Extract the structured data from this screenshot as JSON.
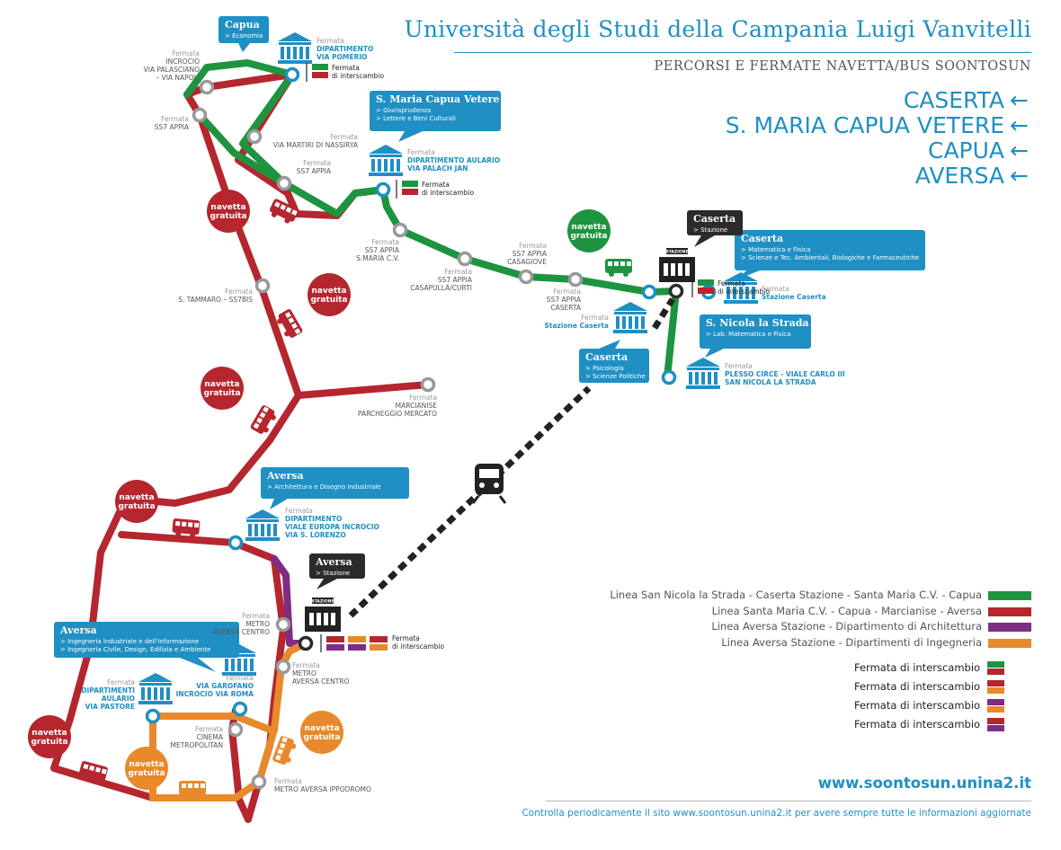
{
  "title": "Università degli Studi della Campania Luigi Vanvitelli",
  "subtitle": "PERCORSI E FERMATE NAVETTA/BUS SOONTOSUN",
  "cities": [
    "CASERTA",
    "S. MARIA CAPUA VETERE",
    "CAPUA",
    "AVERSA"
  ],
  "arrow": "←",
  "colors": {
    "green": "#1e9440",
    "red": "#b5262e",
    "purple": "#7e2c85",
    "orange": "#e8892c",
    "blue": "#1f8fc4",
    "gray": "#999999",
    "dark": "#2b2b2b"
  },
  "callouts": {
    "capua": {
      "title": "Capua",
      "items": [
        "> Economia"
      ]
    },
    "smcv": {
      "title": "S. Maria Capua Vetere",
      "items": [
        "> Giurisprudenza",
        "> Lettere e Beni Culturali"
      ]
    },
    "caserta_top": {
      "title": "Caserta",
      "items": [
        "> Matematica e Fisica",
        "> Scienze e Tec. Ambientali, Biologiche e Farmaceutiche"
      ]
    },
    "snicola": {
      "title": "S. Nicola la Strada",
      "items": [
        "> Lab. Matematica e Fisica"
      ]
    },
    "caserta_low": {
      "title": "Caserta",
      "items": [
        "> Psicologia",
        "> Scienze Politiche"
      ]
    },
    "aversa_arch": {
      "title": "Aversa",
      "items": [
        "> Architettura e Disegno Industriale"
      ]
    },
    "aversa_ing": {
      "title": "Aversa",
      "items": [
        "> Ingegneria Industriale e dell'Informazione",
        "> Ingegneria Civile, Design, Edilizia e Ambiente"
      ]
    },
    "caserta_staz": {
      "title": "Caserta",
      "items": [
        "> Stazione"
      ]
    },
    "aversa_staz": {
      "title": "Aversa",
      "items": [
        "> Stazione"
      ]
    }
  },
  "fermata": "Fermata",
  "stops": {
    "incrocio": "INCROCIO\nVIA PALASCIANO\n– VIA NAPOLI",
    "ss7_appia_1": "SS7 APPIA",
    "via_martiri": "VIA MARTIRI DI NASSIRYA",
    "ss7_appia_2": "SS7 APPIA",
    "ss7_smcv": "SS7 APPIA\nS.MARIA C.V.",
    "ss7_casapulla": "SS7 APPIA\nCASAPULLA/CURTI",
    "ss7_casagiove": "SS7 APPIA\nCASAGIOVE",
    "ss7_caserta": "SS7 APPIA\nCASERTA",
    "s_tammaro": "S. TAMMARO – SS7BIS",
    "marcianise": "MARCIANISE\nPARCHEGGIO MERCATO",
    "metro_av_1": "METRO\nAVERSA CENTRO",
    "metro_av_2": "METRO\nAVERSA CENTRO",
    "cinema": "CINEMA\nMETROPOLITAN",
    "ippodromo": "METRO AVERSA IPPODROMO"
  },
  "dept_stops": {
    "pomerio": "DIPARTIMENTO\nVIA POMERIO",
    "palach": "DIPARTIMENTO AULARIO\nVIA PALACH JAN",
    "staz_caserta_r": "Stazione Caserta",
    "staz_caserta_l": "Stazione Caserta",
    "circe": "PLESSO CIRCE - VIALE CARLO III\nSAN NICOLA LA STRADA",
    "europa": "DIPARTIMENTO\nVIALE EUROPA INCROCIO\nVIA S. LORENZO",
    "garofano": "VIA GAROFANO\nINCROCIO VIA ROMA",
    "pastore": "DIPARTIMENTI\nAULARIO\nVIA PASTORE"
  },
  "interscambio": "Fermata\ndi interscambio",
  "navetta": "navetta\ngratuita",
  "stazione": "STAZIONE",
  "legend": [
    {
      "label": "Linea San Nicola la Strada - Caserta Stazione - Santa Maria C.V. - Capua",
      "color": "#1e9440"
    },
    {
      "label": "Linea Santa Maria C.V. - Capua - Marcianise - Aversa",
      "color": "#b5262e"
    },
    {
      "label": "Linea Aversa Stazione - Dipartimento di Architettura",
      "color": "#7e2c85"
    },
    {
      "label": "Linea Aversa Stazione - Dipartimenti di Ingegneria",
      "color": "#e8892c"
    }
  ],
  "interscambio_legend": [
    {
      "label": "Fermata di interscambio",
      "colors": [
        "#1e9440",
        "#b5262e"
      ]
    },
    {
      "label": "Fermata di interscambio",
      "colors": [
        "#b5262e",
        "#e8892c"
      ]
    },
    {
      "label": "Fermata di interscambio",
      "colors": [
        "#7e2c85",
        "#e8892c"
      ]
    },
    {
      "label": "Fermata di interscambio",
      "colors": [
        "#b5262e",
        "#7e2c85"
      ]
    }
  ],
  "website": "www.soontosun.unina2.it",
  "footnote": "Controlla periodicamente il sito www.soontosun.unina2.it per avere sempre tutte le informazioni aggiornate"
}
